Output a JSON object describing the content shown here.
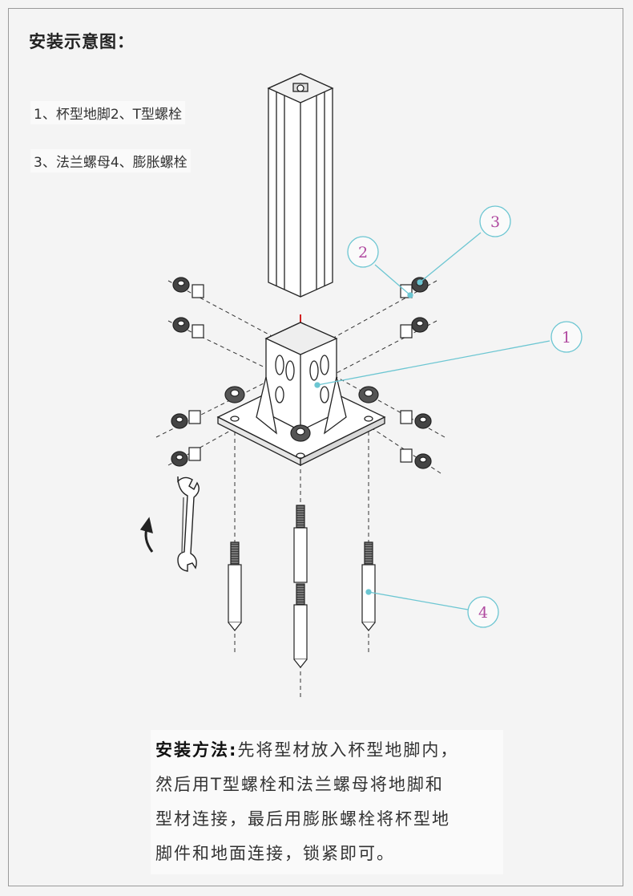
{
  "title": "安装示意图：",
  "parts": {
    "line1": "1、杯型地脚2、T型螺栓",
    "line2": "3、法兰螺母4、膨胀螺栓"
  },
  "callouts": [
    "1",
    "2",
    "3",
    "4"
  ],
  "instructions": {
    "lead": "安装方法:",
    "line1_rest": "先将型材放入杯型地脚内，",
    "line2": "然后用T型螺栓和法兰螺母将地脚和",
    "line3": "型材连接，最后用膨胀螺栓将杯型地",
    "line4": "脚件和地面连接，锁紧即可。"
  },
  "colors": {
    "callout_stroke": "#6cc6d2",
    "callout_text": "#b04aa0",
    "arrow": "#d22020"
  }
}
